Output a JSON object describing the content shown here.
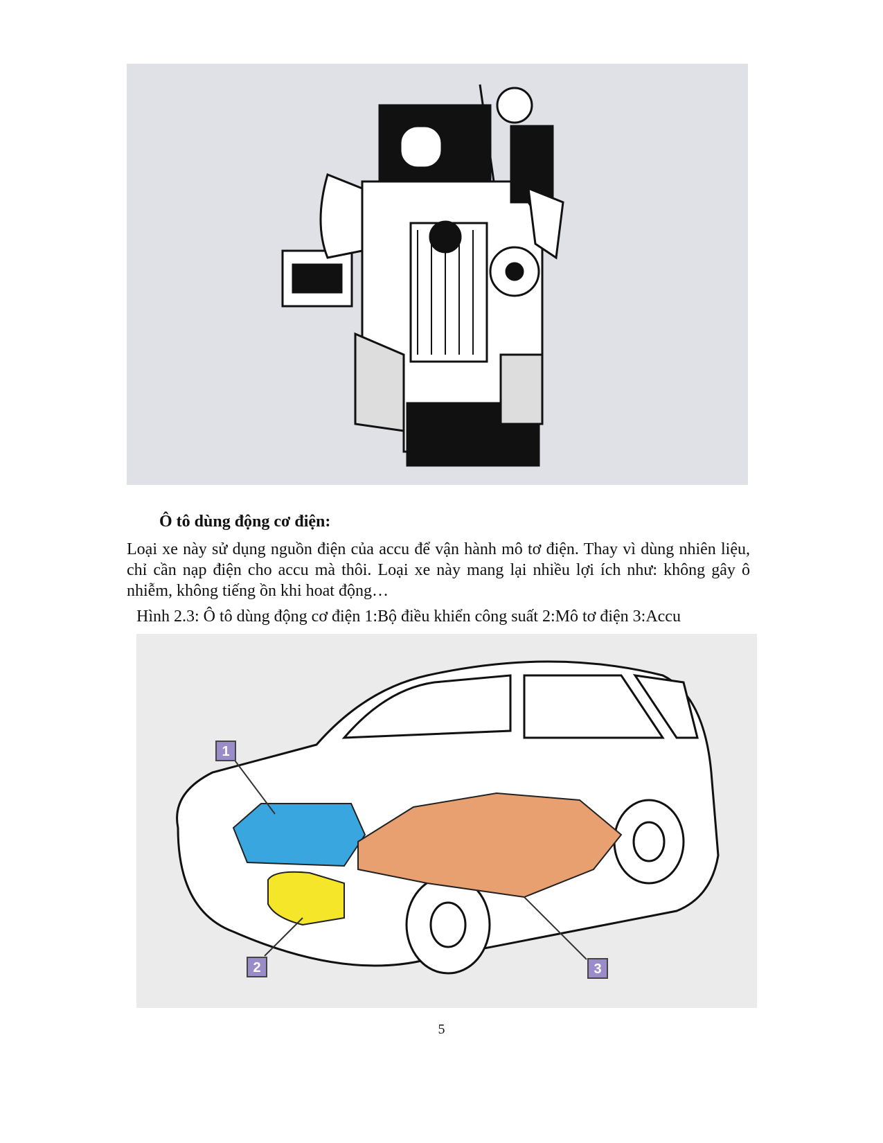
{
  "figure1": {
    "alt_label": "engine-cutaway"
  },
  "section": {
    "heading": "Ô tô dùng động cơ điện:",
    "paragraph": "Loại xe này sử dụng nguồn điện của accu để vận hành mô tơ điện. Thay vì dùng nhiên liệu, chỉ cần nạp điện cho accu mà thôi. Loại xe này mang lại nhiều lợi ích như: không gây ô nhiễm, không tiếng ồn khi hoat động…"
  },
  "figure2": {
    "caption": "Hình 2.3: Ô tô dùng động cơ điện 1:Bộ điều khiển công suất 2:Mô tơ điện 3:Accu",
    "callouts": [
      "1",
      "2",
      "3"
    ],
    "colors": {
      "controller": "#3aa6e0",
      "motor": "#f5e62a",
      "battery": "#e8a070",
      "callout": "#9a8cc8"
    }
  },
  "page_number": "5"
}
